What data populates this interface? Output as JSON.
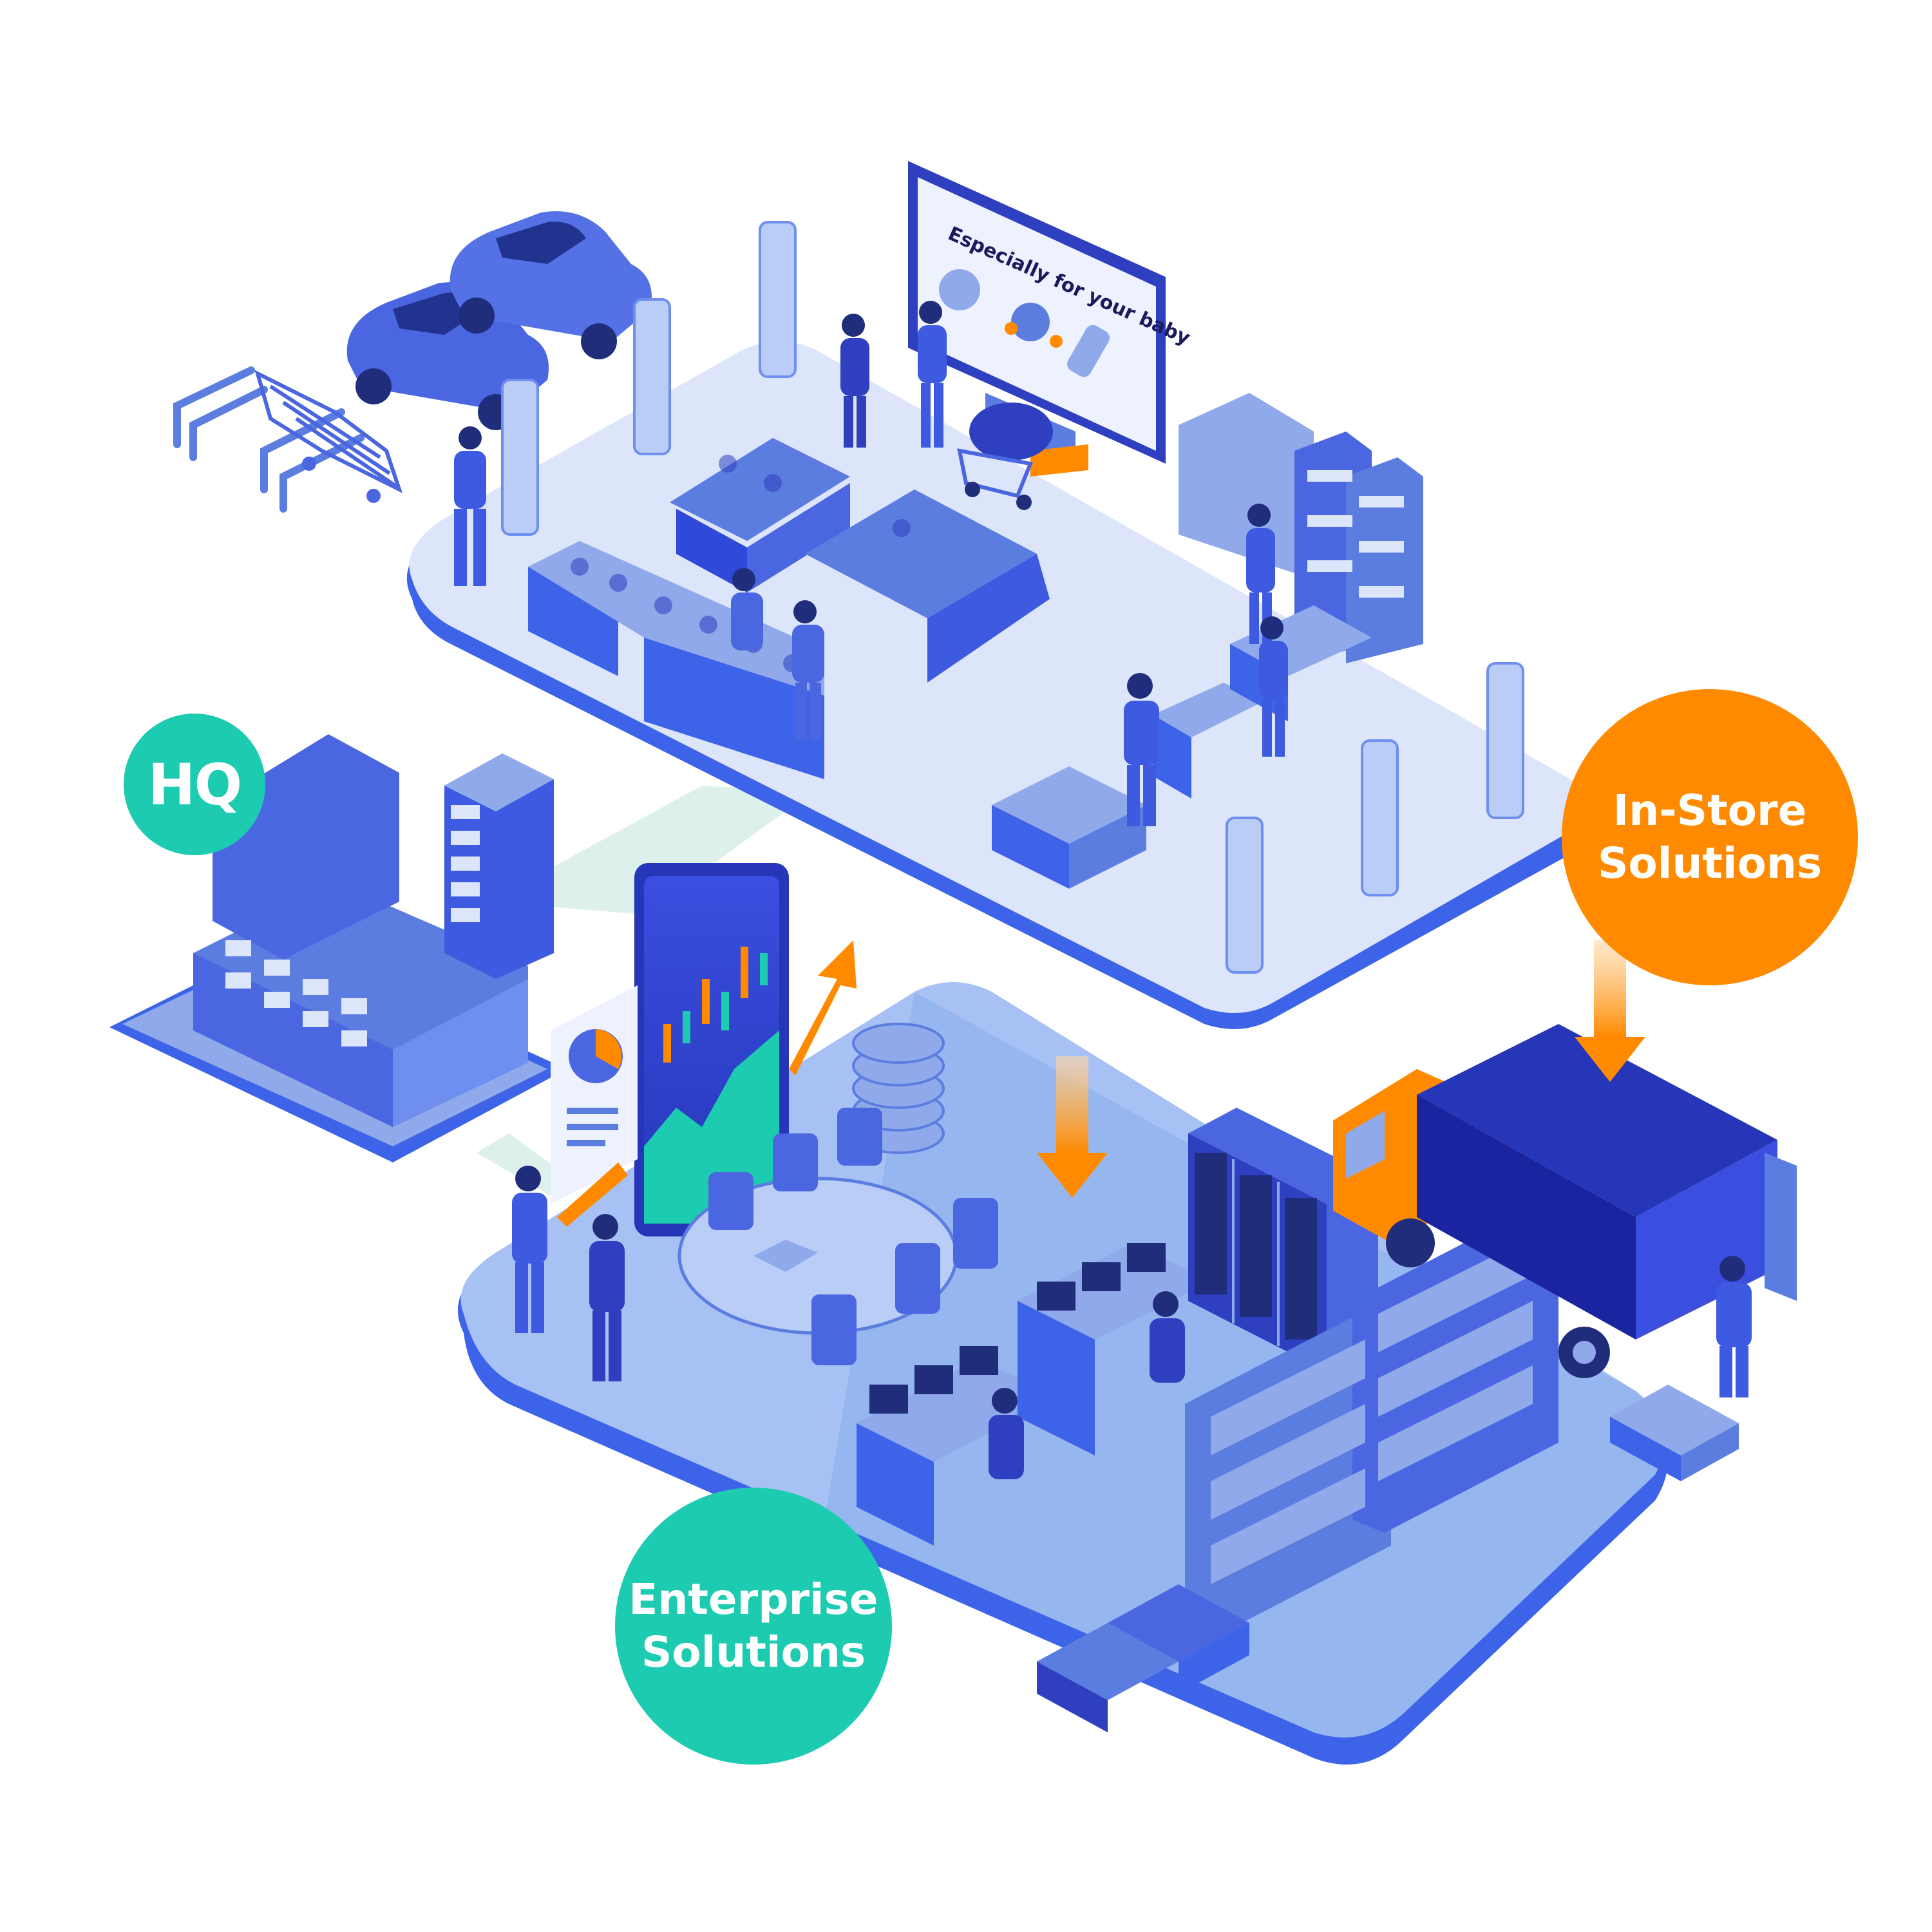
{
  "badges": {
    "hq": {
      "label": "HQ",
      "color": "#1ccbb0"
    },
    "in_store": {
      "line1": "In-Store",
      "line2": "Solutions",
      "color": "#ff8a00"
    },
    "enterprise": {
      "line1": "Enterprise",
      "line2": "Solutions",
      "color": "#1ccbb0"
    }
  },
  "store_screen": {
    "caption": "Especially for your baby"
  },
  "palette": {
    "platform_top": "#dde5fb",
    "platform_edge": "#3d63e8",
    "lower_floor": "#a8c1f4",
    "accent_orange": "#ff8a00",
    "accent_teal": "#1ccbb0",
    "blue_dark": "#2e3fbf",
    "blue_mid": "#5b7de0",
    "blue_light": "#8fa9ea"
  },
  "icons": [
    "car-icon",
    "shopping-cart-icon",
    "security-gate-icon",
    "digital-signage-icon",
    "stroller-icon",
    "produce-display-icon",
    "vending-shelf-icon",
    "checkout-kiosk-icon",
    "office-building-icon",
    "stock-chart-phone-icon",
    "coin-stack-icon",
    "meeting-table-icon",
    "server-rack-icon",
    "delivery-truck-icon",
    "warehouse-shelf-icon",
    "agv-robot-icon",
    "person-icon",
    "arrow-down-icon"
  ]
}
